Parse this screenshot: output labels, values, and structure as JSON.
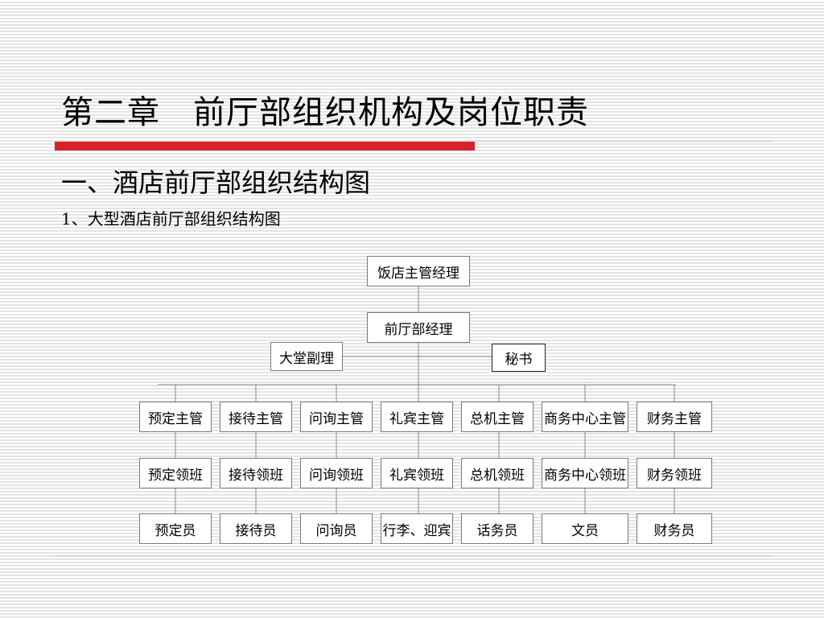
{
  "slide": {
    "title": "第二章　前厅部组织机构及岗位职责",
    "section_heading": "一、酒店前厅部组织结构图",
    "subheading": "1、大型酒店前厅部组织结构图"
  },
  "colors": {
    "accent_bar": "#d7222a",
    "rule": "#c8c8c8",
    "connector": "#8a8a8a"
  },
  "org_chart": {
    "top": "饭店主管经理",
    "manager": "前厅部经理",
    "assistant_left": "大堂副理",
    "assistant_right": "秘书",
    "supervisors": [
      "预定主管",
      "接待主管",
      "问询主管",
      "礼宾主管",
      "总机主管",
      "商务中心主管",
      "财务主管"
    ],
    "team_leaders": [
      "预定领班",
      "接待领班",
      "问询领班",
      "礼宾领班",
      "总机领班",
      "商务中心领班",
      "财务领班"
    ],
    "staff": [
      "预定员",
      "接待员",
      "问询员",
      "行李、迎宾",
      "话务员",
      "文员",
      "财务员"
    ]
  }
}
